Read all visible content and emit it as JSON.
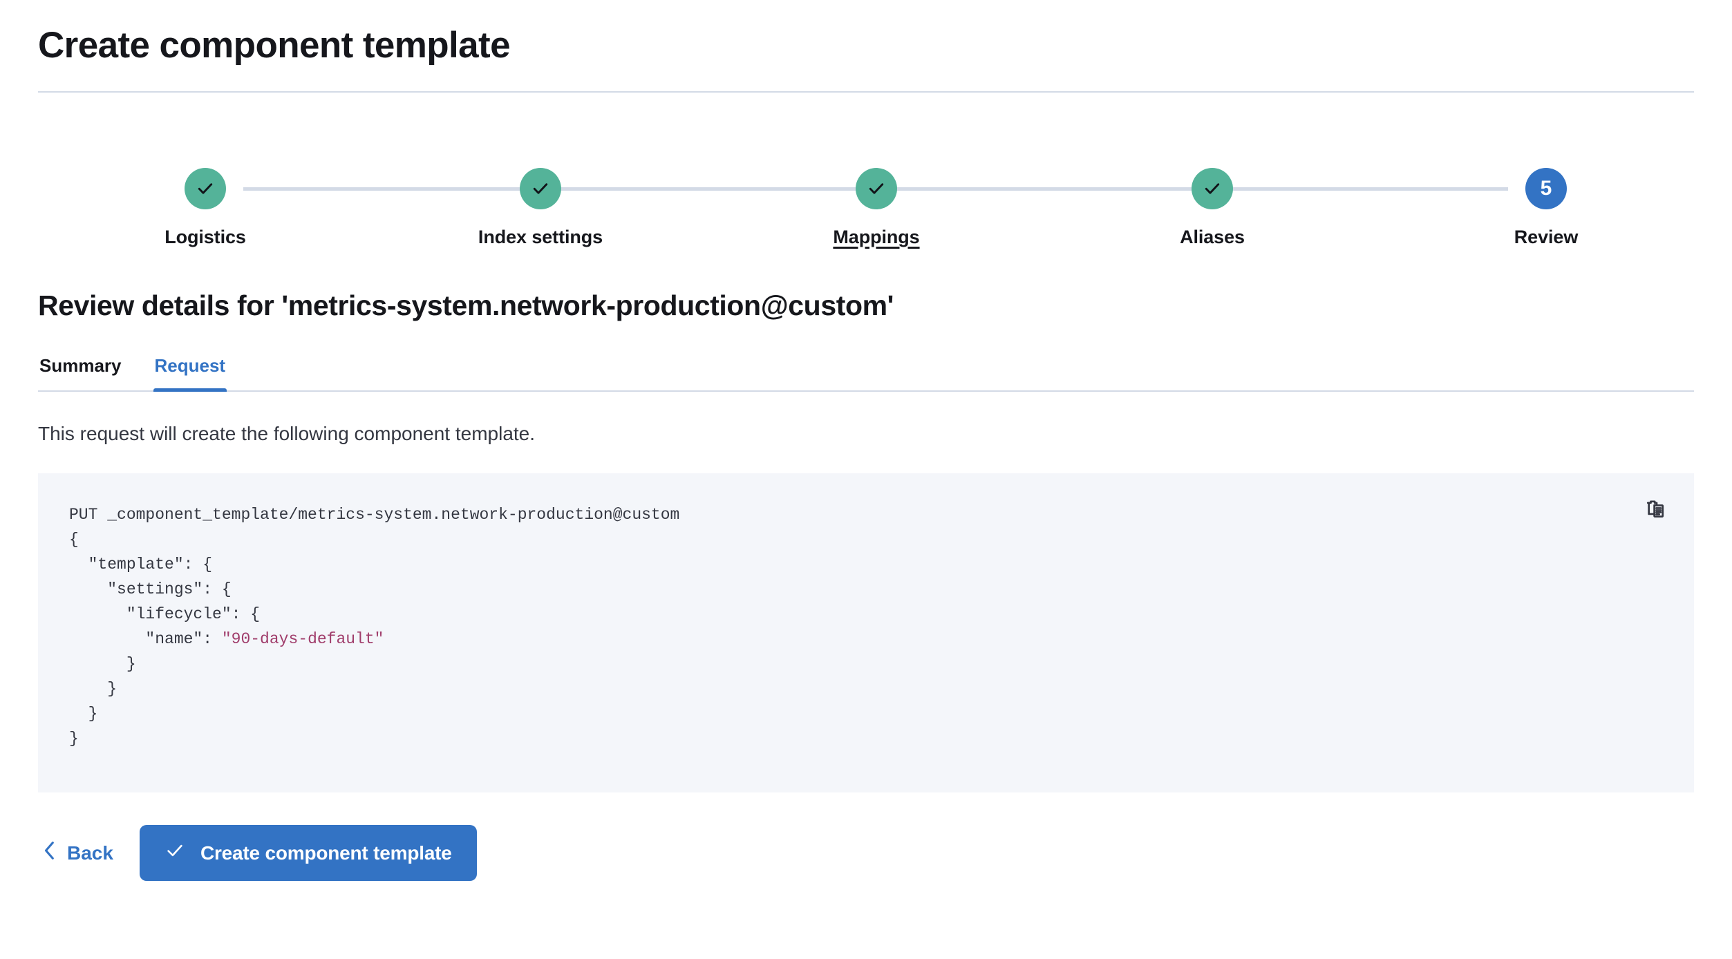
{
  "page": {
    "title": "Create component template"
  },
  "stepper": {
    "steps": [
      {
        "label": "Logistics",
        "state": "complete",
        "icon": "check-icon",
        "number": "1",
        "hovered": false
      },
      {
        "label": "Index settings",
        "state": "complete",
        "icon": "check-icon",
        "number": "2",
        "hovered": false
      },
      {
        "label": "Mappings",
        "state": "complete",
        "icon": "check-icon",
        "number": "3",
        "hovered": true
      },
      {
        "label": "Aliases",
        "state": "complete",
        "icon": "check-icon",
        "number": "4",
        "hovered": false
      },
      {
        "label": "Review",
        "state": "current",
        "icon": "step-number",
        "number": "5",
        "hovered": false
      }
    ],
    "complete_color": "#54b399",
    "current_color": "#3373c4",
    "track_color": "#d3dae6"
  },
  "review": {
    "heading": "Review details for 'metrics-system.network-production@custom'",
    "tabs": [
      {
        "label": "Summary",
        "active": false
      },
      {
        "label": "Request",
        "active": true
      }
    ],
    "description": "This request will create the following component template.",
    "request": {
      "method_line": "PUT _component_template/metrics-system.network-production@custom",
      "body_lines": [
        "{",
        "  \"template\": {",
        "    \"settings\": {",
        "      \"lifecycle\": {",
        "        \"name\": ",
        "      }",
        "    }",
        "  }",
        "}"
      ],
      "lifecycle_name_value": "\"90-days-default\"",
      "copy_icon": "copy-clipboard-icon"
    }
  },
  "footer": {
    "back_label": "Back",
    "back_icon": "chevron-left-icon",
    "submit_label": "Create component template",
    "submit_icon": "check-icon",
    "submit_color": "#3373c4"
  }
}
